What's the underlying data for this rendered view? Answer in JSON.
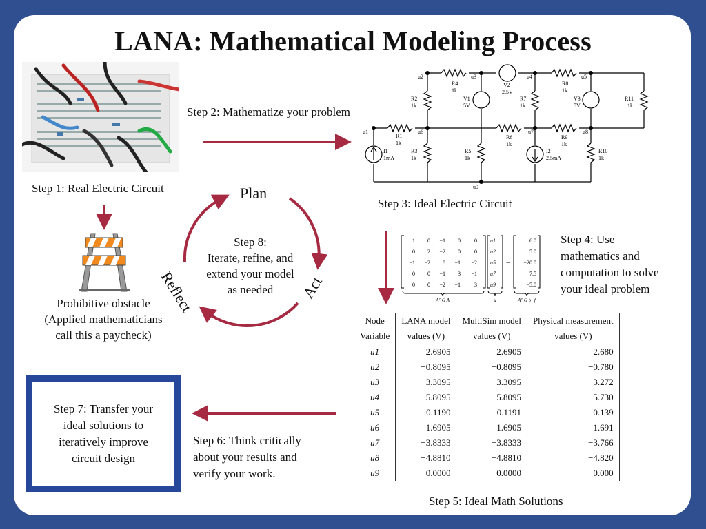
{
  "title": "LANA: Mathematical Modeling Process",
  "steps": {
    "s1": "Step 1: Real Electric Circuit",
    "s2": "Step 2: Mathematize your problem",
    "s3": "Step 3: Ideal Electric Circuit",
    "s4": [
      "Step 4: Use",
      "mathematics and",
      "computation to solve",
      "your ideal problem"
    ],
    "s5": "Step 5: Ideal Math Solutions",
    "s6": [
      "Step 6: Think critically",
      "about your results and",
      "verify your work."
    ],
    "s7": [
      "Step 7: Transfer your",
      "ideal solutions to",
      "iteratively improve",
      "circuit design"
    ],
    "s8": [
      "Step 8:",
      "Iterate, refine, and",
      "extend your model",
      "as needed"
    ]
  },
  "obstacle": [
    "Prohibitive obstacle",
    "(Applied mathematicians",
    "call this a paycheck)"
  ],
  "cycle": {
    "plan": "Plan",
    "act": "Act",
    "reflect": "Reflect"
  },
  "colors": {
    "arrow": "#a52a42",
    "frame": "#2f4f90",
    "box_border": "#27489a"
  },
  "circuit": {
    "nodes": [
      "u1",
      "u2",
      "u3",
      "u4",
      "u5",
      "u6",
      "u7",
      "u8",
      "u9"
    ],
    "components": [
      {
        "name": "R1",
        "value": "1k"
      },
      {
        "name": "R2",
        "value": "1k"
      },
      {
        "name": "R3",
        "value": "1k"
      },
      {
        "name": "R4",
        "value": "1k"
      },
      {
        "name": "R5",
        "value": "1k"
      },
      {
        "name": "R6",
        "value": "1k"
      },
      {
        "name": "R7",
        "value": "1k"
      },
      {
        "name": "R8",
        "value": "1k"
      },
      {
        "name": "R9",
        "value": "1k"
      },
      {
        "name": "R10",
        "value": "1k"
      },
      {
        "name": "R11",
        "value": "1k"
      },
      {
        "name": "V1",
        "value": "5V"
      },
      {
        "name": "V2",
        "value": "2.5V"
      },
      {
        "name": "V3",
        "value": "5V"
      },
      {
        "name": "I1",
        "value": "1mA"
      },
      {
        "name": "I2",
        "value": "2.5mA"
      }
    ]
  },
  "matrix": {
    "rows": [
      [
        "1",
        "0",
        "−1",
        "0",
        "0"
      ],
      [
        "0",
        "2",
        "−2",
        "0",
        "0"
      ],
      [
        "−1",
        "−2",
        "8",
        "−1",
        "−2"
      ],
      [
        "0",
        "0",
        "−1",
        "3",
        "−1"
      ],
      [
        "0",
        "0",
        "−2",
        "−1",
        "3"
      ]
    ],
    "unknowns": [
      "u1",
      "u2",
      "u5",
      "u7",
      "u9"
    ],
    "rhs": [
      "6.0",
      "5.0",
      "−20.0",
      "7.5",
      "−5.0"
    ],
    "label_matrix": "Aᵀ G A",
    "label_unknowns": "u",
    "label_rhs": "Aᵀ G b−f"
  },
  "table": {
    "headers1": [
      "Node",
      "LANA model",
      "MultiSim model",
      "Physical measurement"
    ],
    "headers2": [
      "Variable",
      "values (V)",
      "values (V)",
      "values (V)"
    ],
    "rows": [
      [
        "u1",
        "2.6905",
        "2.6905",
        "2.680"
      ],
      [
        "u2",
        "−0.8095",
        "−0.8095",
        "−0.780"
      ],
      [
        "u3",
        "−3.3095",
        "−3.3095",
        "−3.272"
      ],
      [
        "u4",
        "−5.8095",
        "−5.8095",
        "−5.730"
      ],
      [
        "u5",
        "0.1190",
        "0.1191",
        "0.139"
      ],
      [
        "u6",
        "1.6905",
        "1.6905",
        "1.691"
      ],
      [
        "u7",
        "−3.8333",
        "−3.8333",
        "−3.766"
      ],
      [
        "u8",
        "−4.8810",
        "−4.8810",
        "−4.820"
      ],
      [
        "u9",
        "0.0000",
        "0.0000",
        "0.000"
      ]
    ]
  }
}
